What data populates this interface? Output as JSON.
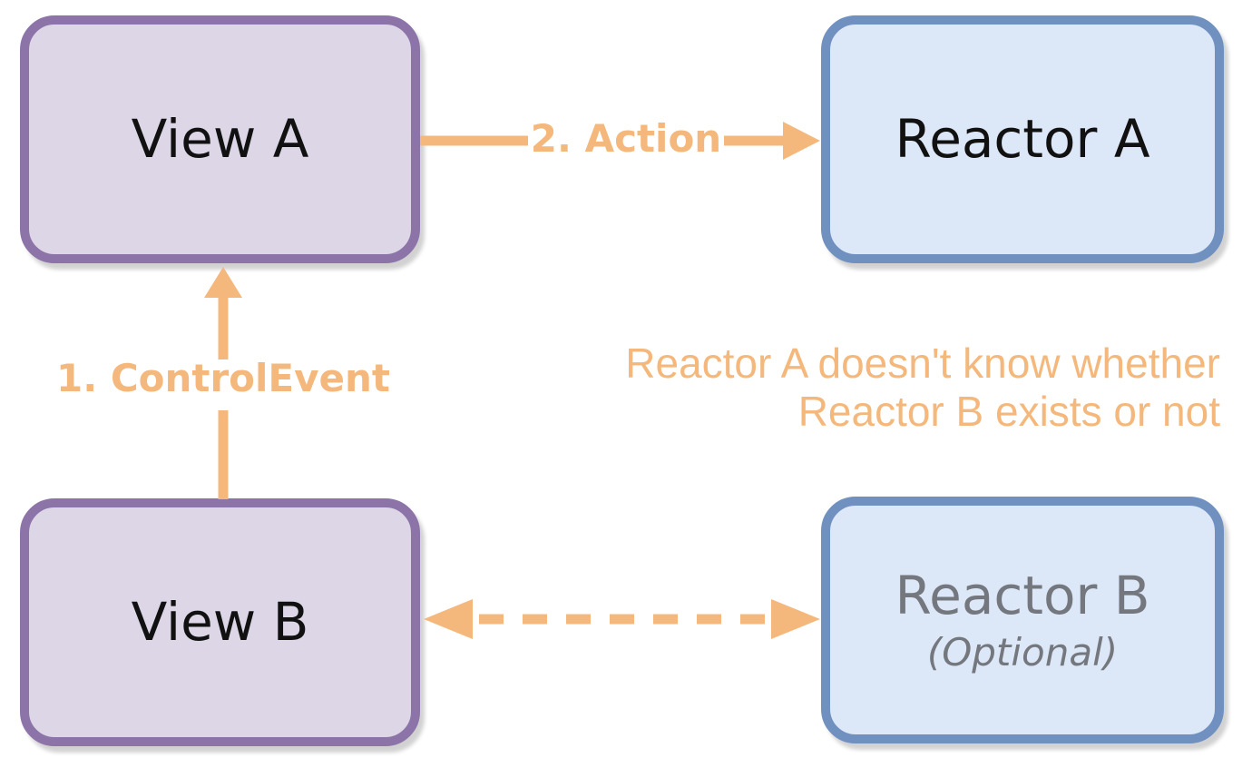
{
  "colors": {
    "orange": "#F5B87C",
    "purple_border": "#8C74A9",
    "purple_fill": "#DDD6E7",
    "blue_border": "#7090C0",
    "blue_fill": "#DCE7F7",
    "gray_text": "#74787E",
    "label_text": "#111111",
    "background": "#FFFFFF"
  },
  "nodes": {
    "view_a": {
      "label": "View A"
    },
    "reactor_a": {
      "label": "Reactor A"
    },
    "view_b": {
      "label": "View B"
    },
    "reactor_b": {
      "label": "Reactor B",
      "sublabel": "(Optional)"
    }
  },
  "edges": {
    "control_event": {
      "label": "1. ControlEvent",
      "from": "View B",
      "to": "View A",
      "style": "solid-arrow-up"
    },
    "action": {
      "label": "2. Action",
      "from": "View A",
      "to": "Reactor A",
      "style": "solid-arrow-right"
    },
    "optional_link": {
      "from": "View B",
      "to": "Reactor B",
      "style": "dashed-double-arrow"
    }
  },
  "annotation": {
    "line1": "Reactor A doesn't know whether",
    "line2": "Reactor B exists or not"
  }
}
